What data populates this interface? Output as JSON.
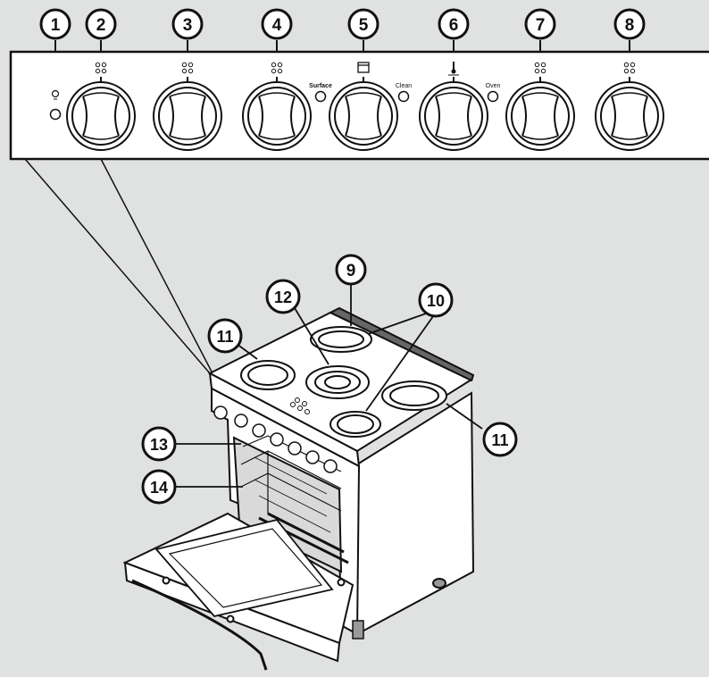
{
  "callouts": {
    "c1": "1",
    "c2": "2",
    "c3": "3",
    "c4": "4",
    "c5": "5",
    "c6": "6",
    "c7": "7",
    "c8": "8",
    "c9": "9",
    "c10": "10",
    "c11a": "11",
    "c11b": "11",
    "c12": "12",
    "c13": "13",
    "c14": "14"
  },
  "panel_labels": {
    "surface": "Surface",
    "clean": "Clean",
    "oven": "Oven"
  },
  "icons": {
    "burner_pattern": "burner-position-icon",
    "oven_mode": "oven-mode-icon",
    "thermometer": "thermometer-icon",
    "light": "light-bulb-icon"
  },
  "colors": {
    "background": "#e0e1e1",
    "panel": "#ffffff",
    "line": "#111111"
  }
}
